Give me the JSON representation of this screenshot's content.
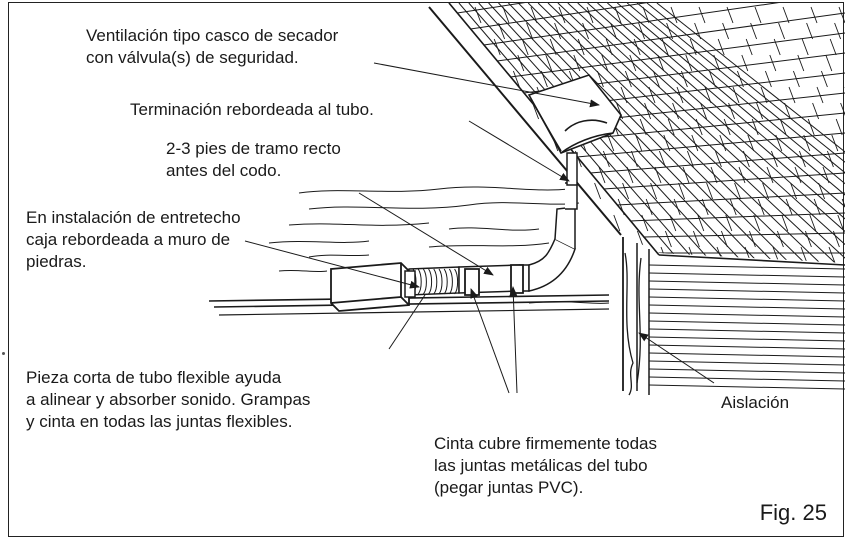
{
  "figure_label": "Fig. 25",
  "labels": {
    "hood_vent": [
      "Ventilación tipo casco de secador",
      "con válvula(s) de seguridad."
    ],
    "flanged_end": [
      "Terminación rebordeada al tubo."
    ],
    "straight_run": [
      "2-3 pies de tramo recto",
      "antes del codo."
    ],
    "attic_box": [
      "En instalación de entretecho",
      "caja rebordeada a muro de",
      "piedras."
    ],
    "flex_piece": [
      "Pieza corta de tubo flexible ayuda",
      "a alinear y absorber  sonido. Grampas",
      "y cinta en todas las juntas flexibles."
    ],
    "tape_joints": [
      "Cinta cubre firmemente todas",
      "las juntas metálicas del tubo",
      "(pegar juntas PVC)."
    ],
    "insulation": [
      "Aislación"
    ]
  },
  "colors": {
    "line": "#1a1a1a",
    "background": "#ffffff"
  },
  "icons": [
    "roof-shingles",
    "roof-vent-hood",
    "duct-elbow",
    "attic-box",
    "flex-duct",
    "wood-joists",
    "wall-siding",
    "insulation"
  ]
}
